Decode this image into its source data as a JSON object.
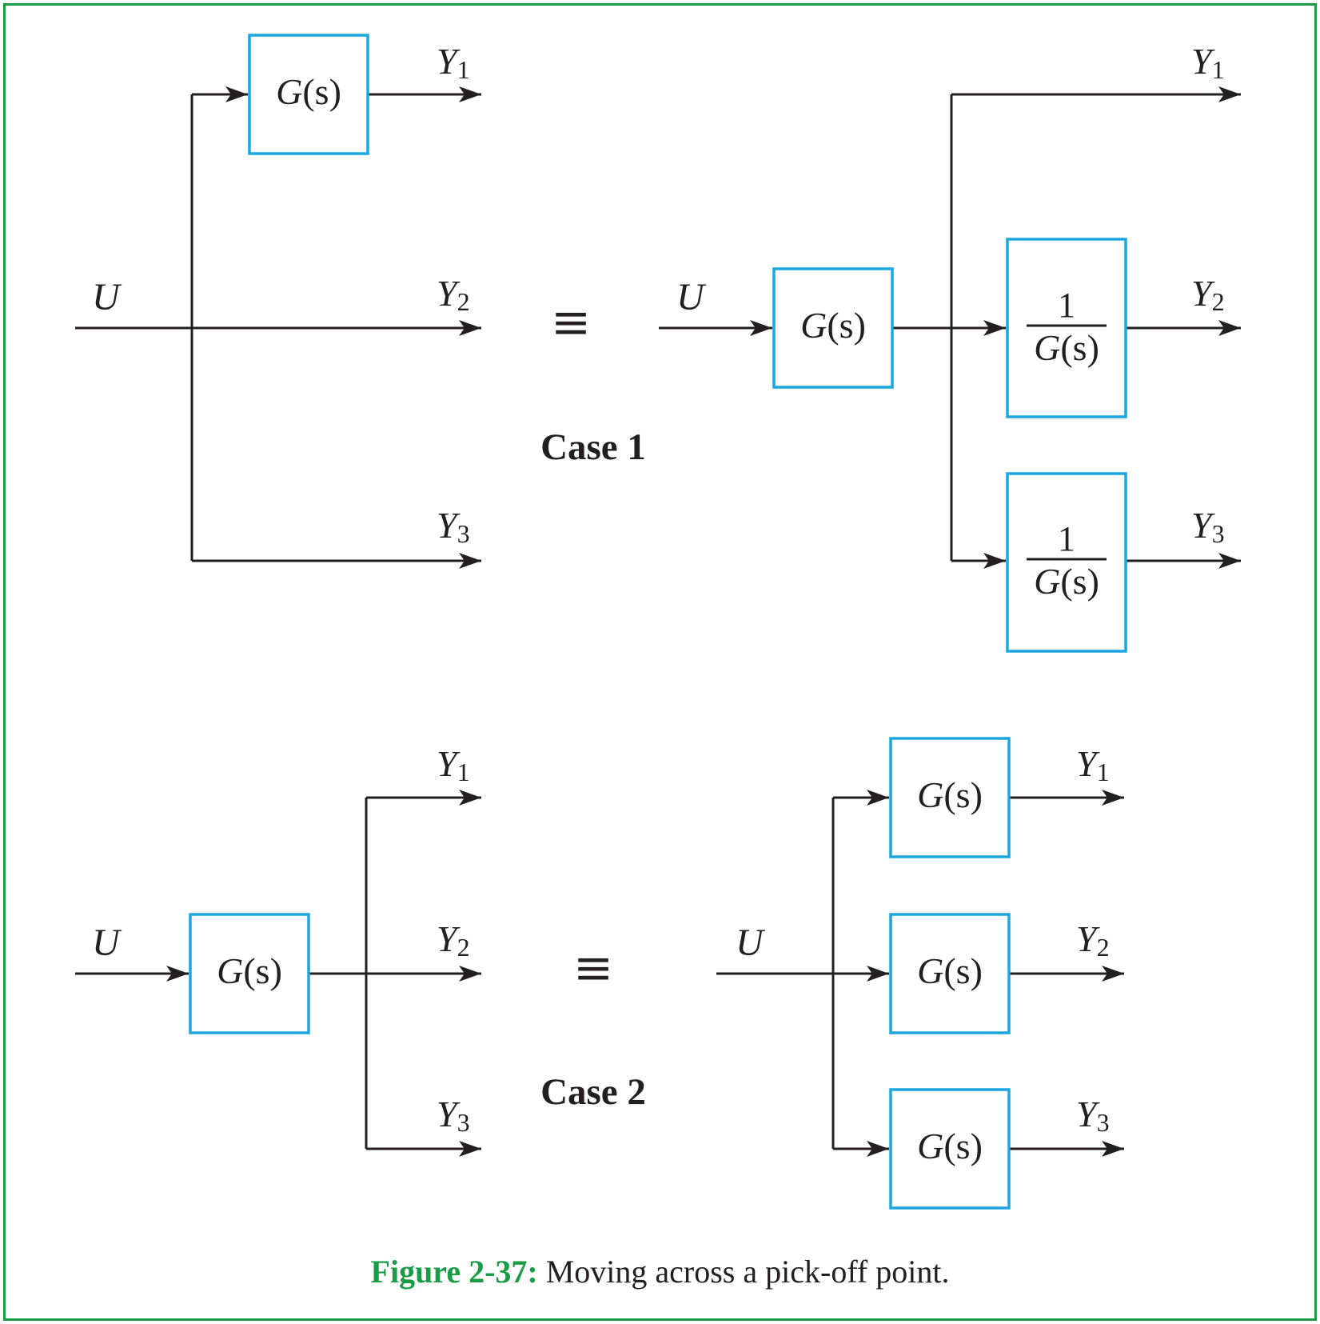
{
  "colors": {
    "frame": "#1a9b45",
    "block": "#1aa7e0",
    "line": "#231f20",
    "caption_label": "#1a9b45"
  },
  "labels": {
    "input": "U",
    "output_letter": "Y",
    "out1_sub": "1",
    "out2_sub": "2",
    "out3_sub": "3",
    "equivalent": "≡"
  },
  "blocks": {
    "G": "G",
    "arg": "(s)",
    "inverse_num": "1"
  },
  "case1": {
    "title": "Case 1"
  },
  "case2": {
    "title": "Case 2"
  },
  "caption": {
    "label": "Figure 2-37:",
    "text": " Moving across a pick-off point."
  }
}
